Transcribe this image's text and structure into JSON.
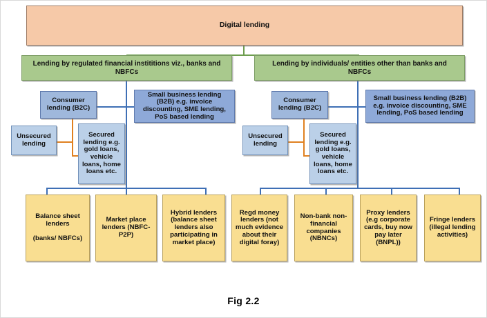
{
  "figure": {
    "caption": "Fig 2.2",
    "root": {
      "label": "Digital lending"
    },
    "level1": [
      {
        "label": "Lending by regulated financial instititions viz., banks and NBFCs"
      },
      {
        "label": "Lending  by individuals/ entities other than banks and NBFCs"
      }
    ],
    "left_branch": {
      "consumer": {
        "label": "Consumer lending (B2C)"
      },
      "unsecured": {
        "label": "Unsecured lending"
      },
      "secured": {
        "label": "Secured lending e.g. gold loans, vehicle loans, home loans etc."
      },
      "b2b": {
        "label": "Small business lending (B2B) e.g. invoice discounting, SME lending, PoS based lending"
      },
      "leaves": [
        {
          "label": "Balance sheet lenders\n\n(banks/ NBFCs)"
        },
        {
          "label": "Market place lenders (NBFC-P2P)"
        },
        {
          "label": "Hybrid lenders (balance sheet lenders also participating in market place)"
        }
      ]
    },
    "right_branch": {
      "consumer": {
        "label": "Consumer lending (B2C)"
      },
      "unsecured": {
        "label": "Unsecured lending"
      },
      "secured": {
        "label": "Secured lending e.g. gold loans, vehicle loans, home loans etc."
      },
      "b2b": {
        "label": "Small business lending (B2B) e.g. invoice discounting, SME lending, PoS based lending"
      },
      "leaves": [
        {
          "label": "Regd money lenders (not much evidence about their digital foray)"
        },
        {
          "label": "Non-bank non-financial companies (NBNCs)"
        },
        {
          "label": "Proxy lenders (e.g corporate cards, buy now pay later (BNPL))"
        },
        {
          "label": "Fringe lenders (illegal lending activities)"
        }
      ]
    },
    "colors": {
      "root_fill": "#F6C9A8",
      "level1_fill": "#A9C98D",
      "blue_dark_fill": "#8EA9D8",
      "blue_light_fill": "#BBD0E8",
      "leaf_fill": "#F9DE91",
      "connector_green": "#6E9E4F",
      "connector_blue": "#3E6FB5",
      "connector_orange": "#E0801F"
    }
  }
}
